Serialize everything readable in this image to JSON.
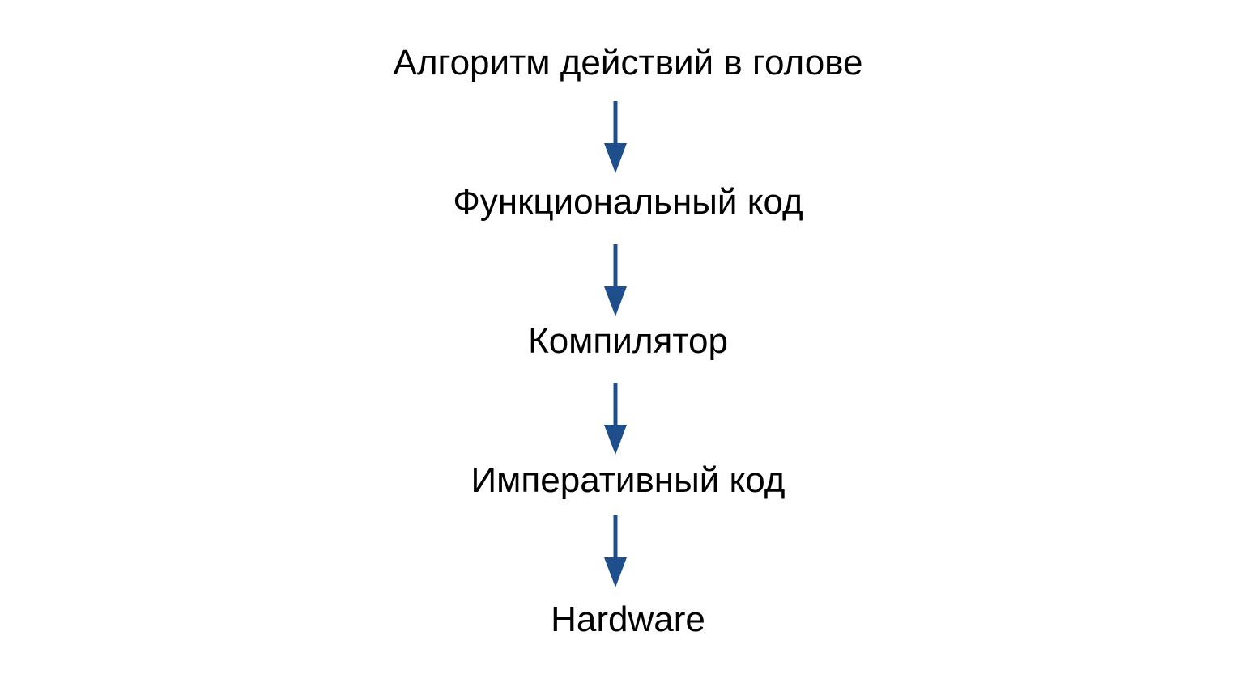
{
  "diagram": {
    "nodes": [
      {
        "label": "Алгоритм действий в голове"
      },
      {
        "label": "Функциональный код"
      },
      {
        "label": "Компилятор"
      },
      {
        "label": "Императивный код"
      },
      {
        "label": "Hardware"
      }
    ],
    "arrow_color": "#1f4e8c",
    "text_color": "#000000",
    "background": "#ffffff",
    "arrow_icon": "arrow-down-icon"
  }
}
